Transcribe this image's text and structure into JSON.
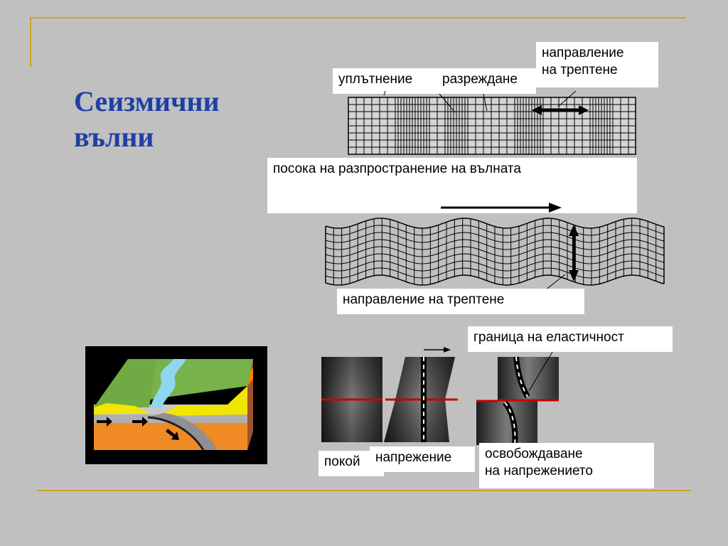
{
  "slide": {
    "title_line1": "Сеизмични",
    "title_line2": "вълни"
  },
  "labels": {
    "compression": "уплътнение",
    "rarefaction": "разреждане",
    "vibration_direction_top_l1": "направление",
    "vibration_direction_top_l2": "на трептене",
    "propagation_direction": "посока на разпространение на вълната",
    "vibration_direction_bottom": "направление на трептене",
    "elastic_limit": "граница на еластичност",
    "rest": "покой",
    "stress": "напрежение",
    "release_l1": "освобождаване",
    "release_l2": "на напрежението"
  },
  "colors": {
    "background": "#c0c0c0",
    "title": "#1f3fa3",
    "accent_line": "#c9a227",
    "fault_line": "#cc0000"
  }
}
